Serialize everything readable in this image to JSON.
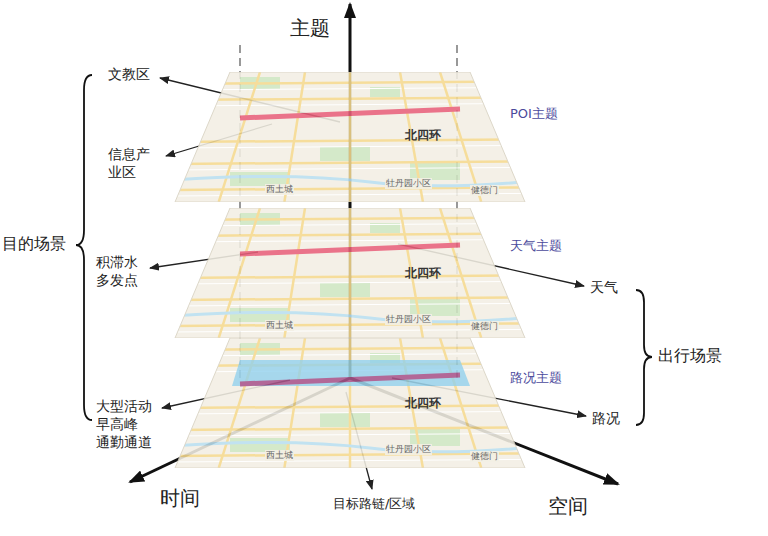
{
  "diagram": {
    "nodes": [
      {
        "text": [
          "POI主题",
          "北四环"
        ]
      },
      {
        "text": [
          "天气主题",
          "北四环"
        ]
      },
      {
        "text": [
          "路况主题",
          "北四环"
        ]
      }
    ],
    "labels": [
      "主题",
      "文教区",
      "信息产 业区",
      "目的场景",
      "积滞水 多发点",
      "天气",
      "出行场景",
      "大型活动",
      "早高峰",
      "通勤通道",
      "路况",
      "时间",
      "目标路链/区域",
      "空间",
      "西土城",
      "牡丹园小区",
      "健德门",
      "西土城",
      "牡丹园小区",
      "健德门",
      "西土城",
      "牡丹园小区",
      "健德门"
    ]
  }
}
